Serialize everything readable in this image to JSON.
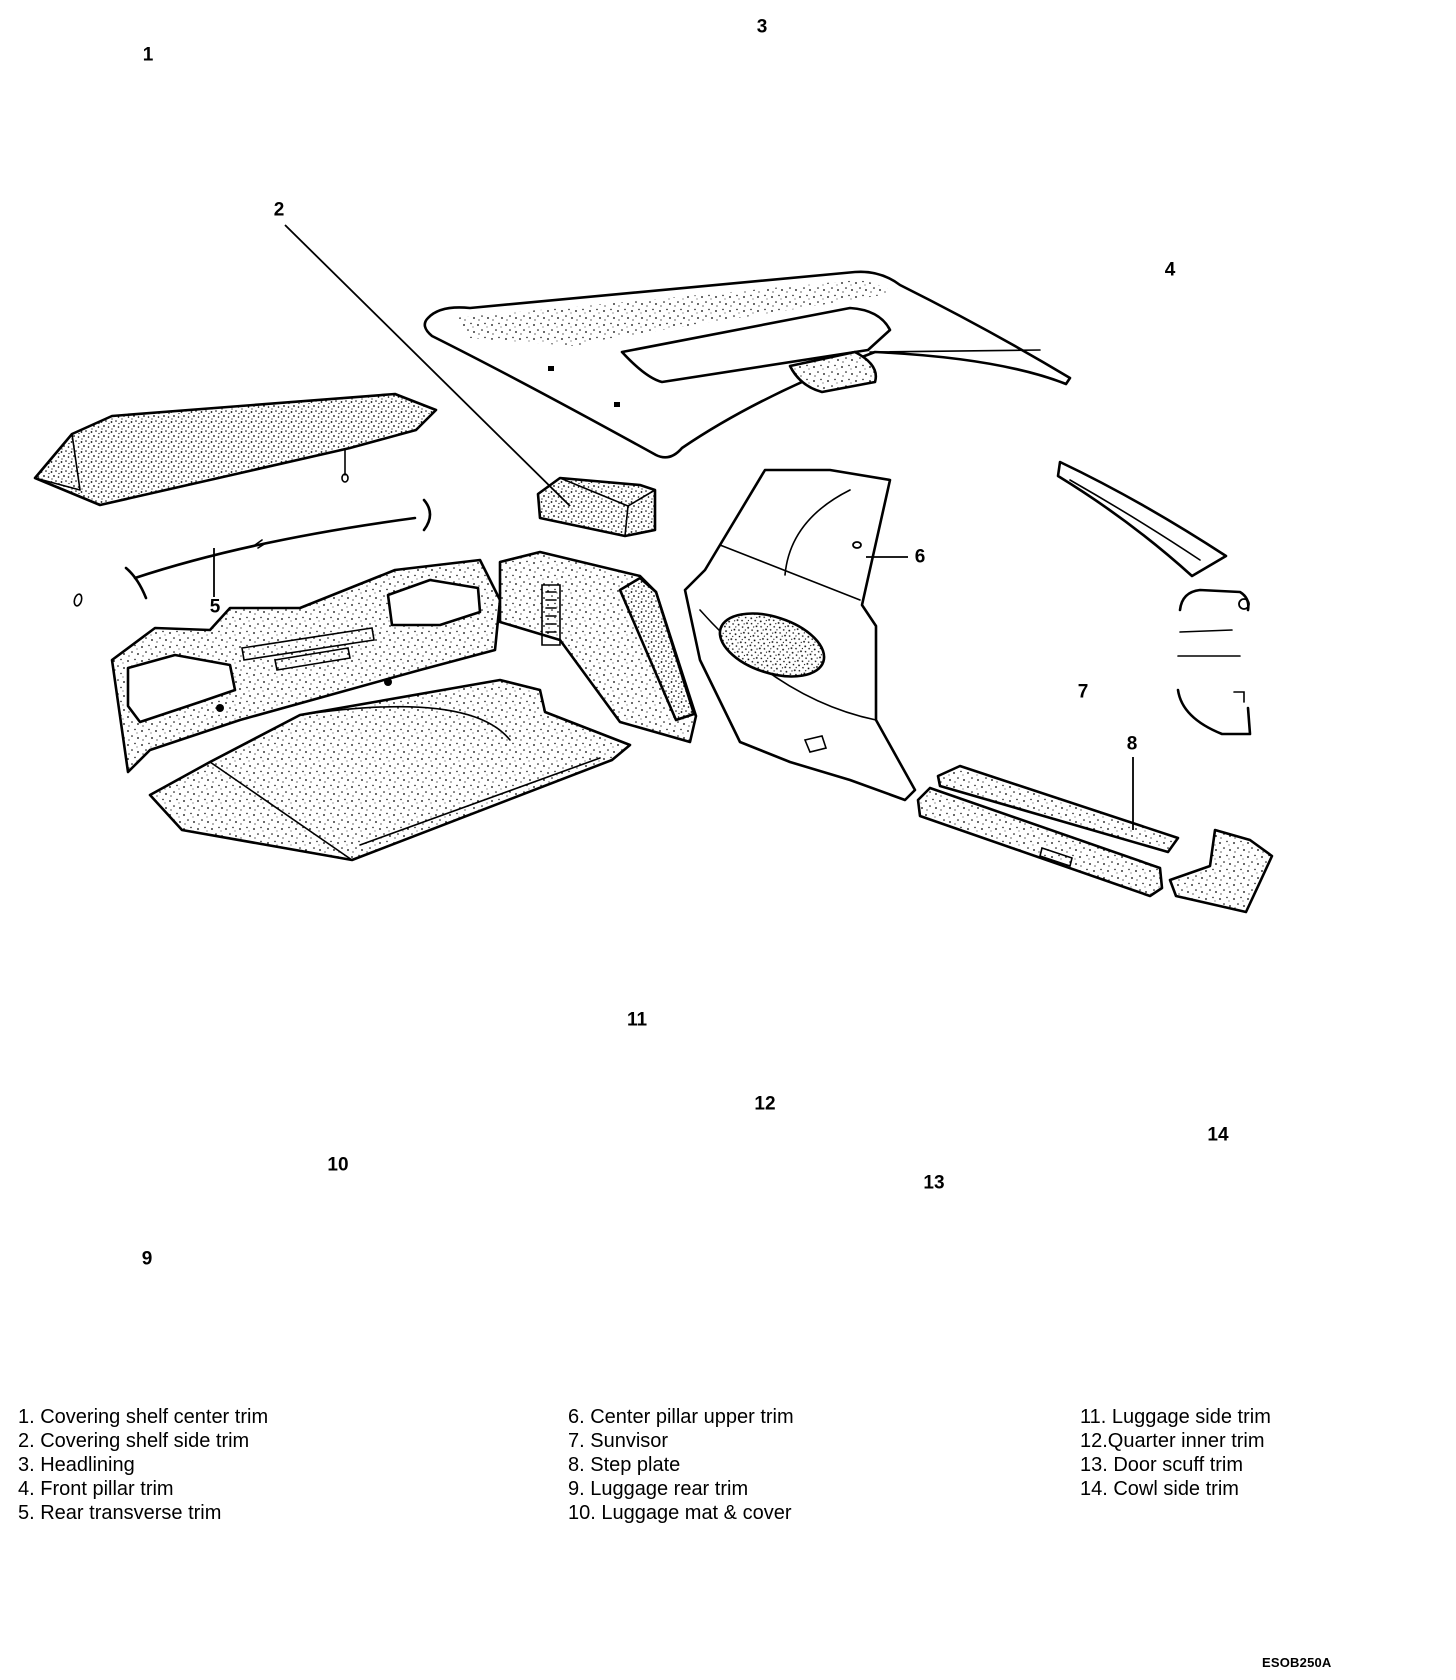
{
  "callouts": [
    "1",
    "2",
    "3",
    "4",
    "5",
    "6",
    "7",
    "8",
    "9",
    "10",
    "11",
    "12",
    "13",
    "14"
  ],
  "legend": [
    {
      "items": [
        "1. Covering shelf center trim",
        "2. Covering shelf side trim",
        "3. Headlining",
        "4. Front pillar trim",
        "5. Rear transverse trim"
      ]
    },
    {
      "items": [
        "6. Center pillar upper trim",
        "7. Sunvisor",
        "8. Step plate",
        "9. Luggage rear trim",
        "10. Luggage mat & cover"
      ]
    },
    {
      "items": [
        "11. Luggage side trim",
        "12.Quarter inner trim",
        "13. Door scuff trim",
        "14. Cowl side trim"
      ]
    }
  ],
  "figure_code": "ESOB250A"
}
